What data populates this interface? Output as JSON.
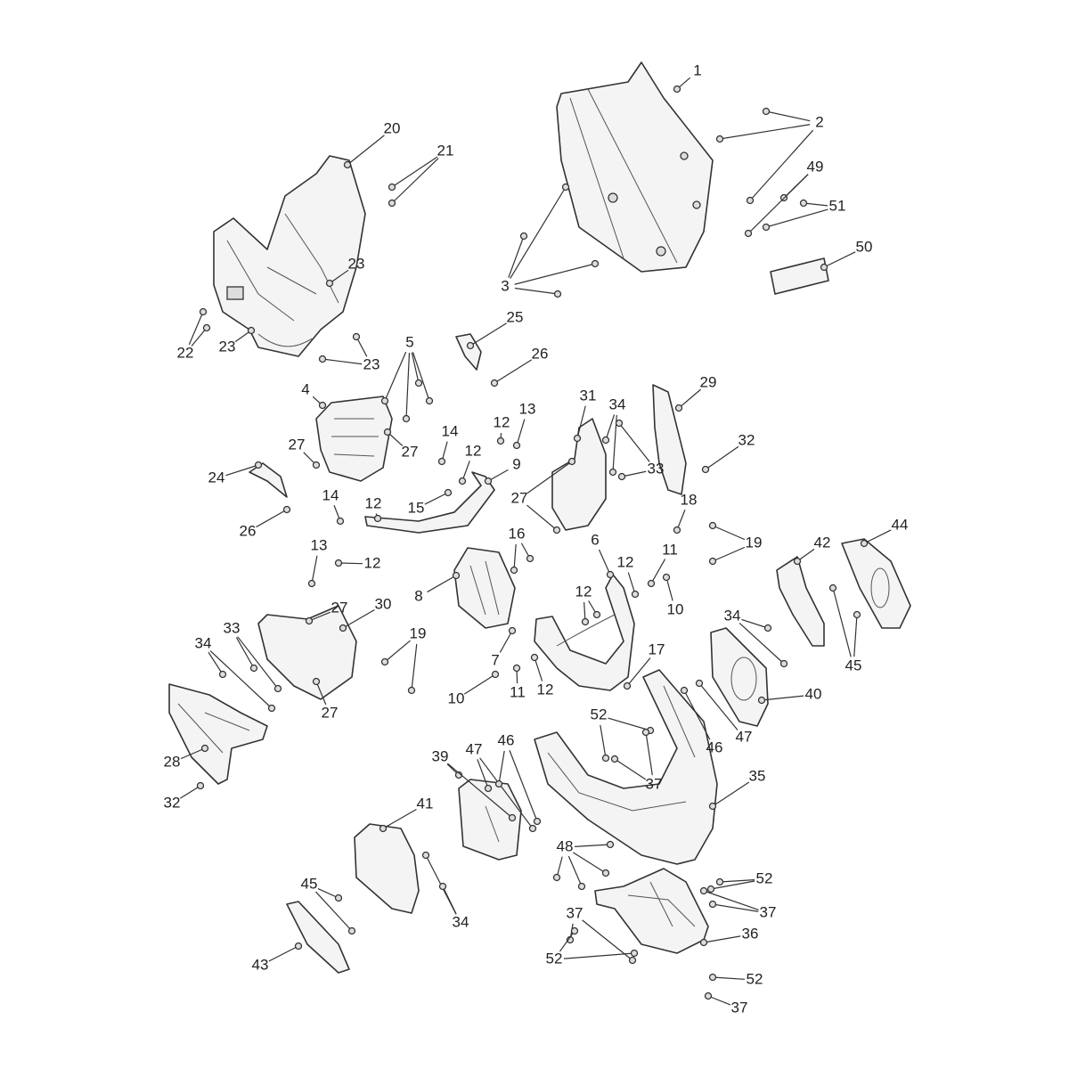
{
  "diagram": {
    "type": "exploded-parts-view",
    "callouts": [
      "1",
      "2",
      "20",
      "21",
      "49",
      "51",
      "50",
      "3",
      "23",
      "22",
      "23",
      "23",
      "25",
      "5",
      "26",
      "4",
      "31",
      "34",
      "29",
      "12",
      "13",
      "14",
      "27",
      "27",
      "12",
      "32",
      "9",
      "33",
      "24",
      "27",
      "14",
      "12",
      "15",
      "18",
      "26",
      "16",
      "19",
      "11",
      "6",
      "12",
      "13",
      "12",
      "42",
      "44",
      "8",
      "12",
      "10",
      "27",
      "30",
      "34",
      "19",
      "33",
      "34",
      "7",
      "17",
      "45",
      "12",
      "11",
      "10",
      "27",
      "40",
      "46",
      "47",
      "52",
      "37",
      "35",
      "28",
      "32",
      "39",
      "47",
      "46",
      "41",
      "48",
      "52",
      "37",
      "45",
      "34",
      "36",
      "37",
      "43",
      "52",
      "52",
      "37"
    ]
  }
}
